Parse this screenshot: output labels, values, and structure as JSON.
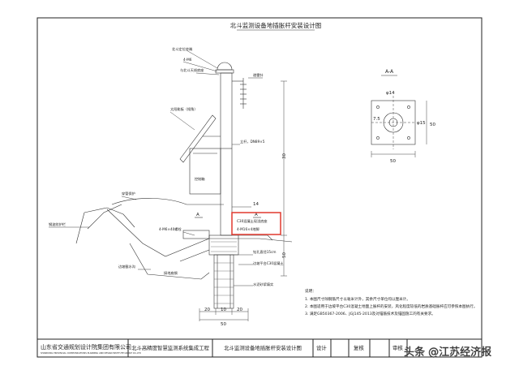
{
  "drawing": {
    "title": "北斗监测设备地插胀杆安装设计图",
    "section_label": "A-A",
    "cut_label_left": "A",
    "cut_label_right": "A"
  },
  "labels": {
    "beidou_antenna": "北斗定位终端",
    "antenna_mount": "4-M6",
    "antenna_base": "与北斗天线底座",
    "lightning_rod": "避雷针",
    "solar_panel": "太阳能板（倾角）",
    "control_box": "控制箱",
    "pole": "立杆，DN89×5",
    "cable_conduit": "穿管保护",
    "guard_rail": "钢波纹护栏",
    "concrete_block": "C30混凝土现浇底座",
    "anchor_bolts": "4-M16×4地脚",
    "base_slab": "4-M6×40螺栓",
    "drill_hole": "钻孔直径15cm",
    "c30_pad": "边坡平台C30混凝土",
    "slope_soil": "边坡截水沟",
    "ground_cable": "接地扁钢",
    "anchor_grout": "水泥砂浆填实"
  },
  "dimensions": {
    "pole_height": "30",
    "top_offset": "14",
    "base_height": "50",
    "bottom_20_left": "20",
    "bottom_10": "10",
    "bottom_20_right": "20",
    "bottom_total": "50",
    "plan_width": "50",
    "plan_height": "50",
    "plan_hole": "φ14",
    "plan_inner": "φ15",
    "plan_offset": "7.5"
  },
  "notes": {
    "heading": "说明：",
    "items": [
      "1. 本图尺寸除钢筋尺寸以毫米计外，其余尺寸单位均以厘米计。",
      "2. 本图适用于边坡平台C30混凝土地面上胀杆的安装，风化程度较低的岩质基础胀杆应可参照本图执行。",
      "3. 满足GB50367-2006、JGJ145-2013及对锚筋技术及锚固施工的有关要求。"
    ]
  },
  "title_block": {
    "company": "山东省交通规划设计院集团有限公司",
    "company_en": "SHANDONG PROVINCIAL COMMUNICATIONS PLANNING AND DESIGN INSTITUTE GROUP CO.,LTD",
    "project": "北斗高精度智慧监测系统集成工程",
    "drawing_name": "北斗监测设备地插胀杆安装设计图",
    "design": "设计",
    "review": "复核",
    "approve": "审核"
  },
  "watermark": "头条 @江苏经济报",
  "colors": {
    "highlight": "#e0382e",
    "line": "#333333",
    "fill_concrete": "#e9e9e9"
  }
}
